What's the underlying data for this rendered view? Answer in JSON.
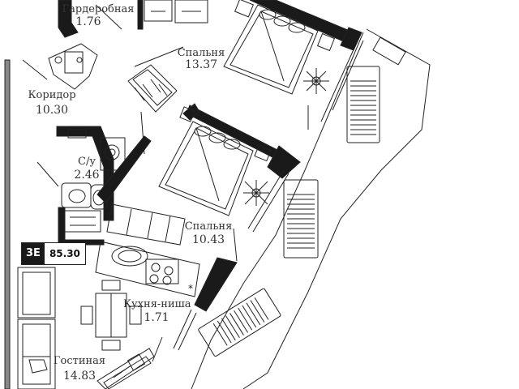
{
  "rooms": [
    {
      "id": "wardrobe",
      "name": "Гардеробная",
      "area": "1.76"
    },
    {
      "id": "bedroom-1",
      "name": "Спальня",
      "area": "13.37"
    },
    {
      "id": "corridor",
      "name": "Коридор",
      "area": "10.30"
    },
    {
      "id": "bathroom",
      "name": "С/у",
      "area": "2.46"
    },
    {
      "id": "bedroom-2",
      "name": "Спальня",
      "area": "10.43"
    },
    {
      "id": "kitchen",
      "name": "Кухня-ниша",
      "area": "1.71"
    },
    {
      "id": "living",
      "name": "Гостиная",
      "area": "14.83"
    }
  ],
  "apartment": {
    "code": "3Е",
    "total_area": "85.30"
  }
}
